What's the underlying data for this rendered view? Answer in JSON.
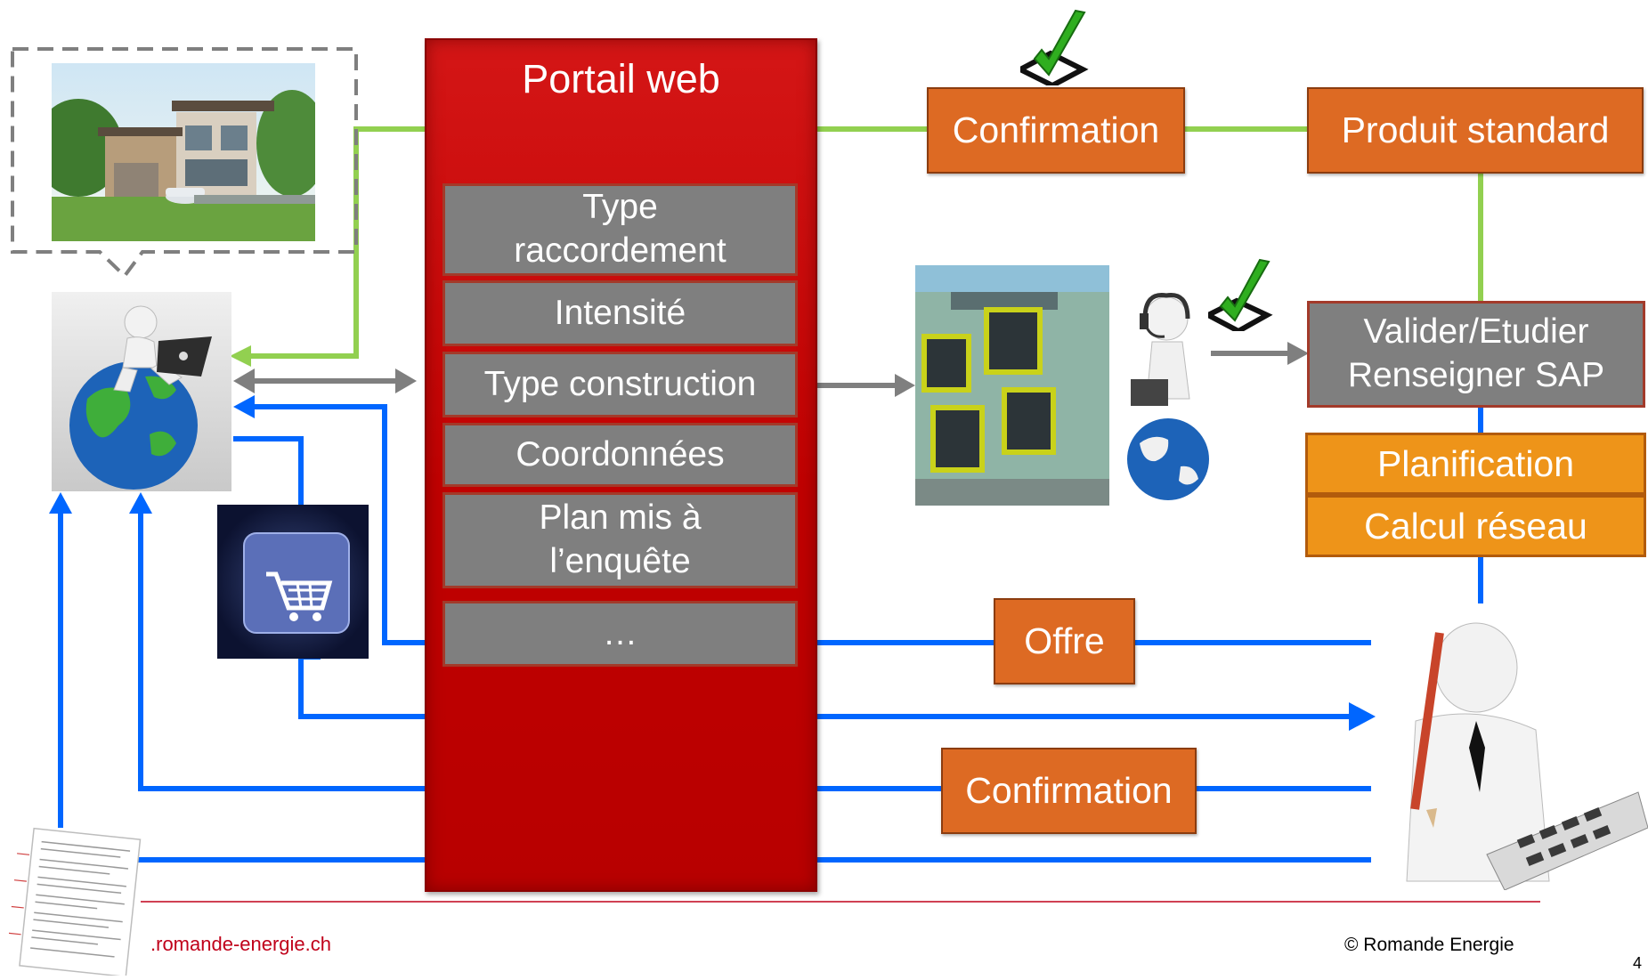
{
  "colors": {
    "portal_red": "#c00000",
    "field_gray": "#7f7f7f",
    "orange": "#dd6a23",
    "light_orange": "#ee9419",
    "green_line": "#92d050",
    "blue_line": "#0066ff",
    "gray_arrow": "#7f7f7f",
    "footer_red": "#c0001a"
  },
  "portal": {
    "title": "Portail web",
    "fields": [
      {
        "lines": [
          "Type",
          "raccordement"
        ]
      },
      {
        "lines": [
          "Intensité"
        ]
      },
      {
        "lines": [
          "Type construction"
        ]
      },
      {
        "lines": [
          "Coordonnées"
        ]
      },
      {
        "lines": [
          "Plan mis à",
          "l’enquête"
        ]
      },
      {
        "lines": [
          "…"
        ]
      }
    ]
  },
  "boxes": {
    "confirmation_top": "Confirmation",
    "produit_standard": "Produit standard",
    "valider_line1": "Valider/Etudier",
    "valider_line2": "Renseigner SAP",
    "planification": "Planification",
    "calcul_reseau": "Calcul réseau",
    "offre": "Offre",
    "confirmation_bottom": "Confirmation"
  },
  "icons": [
    "checkmark-icon",
    "house-photo",
    "globe-user-icon",
    "shopping-cart-key-icon",
    "office-building-photo",
    "headset-agent-icon",
    "calculator-person-icon",
    "invoice-document-icon"
  ],
  "footer": {
    "url": " .romande-energie.ch",
    "copyright": "© Romande Energie",
    "page": "4"
  }
}
